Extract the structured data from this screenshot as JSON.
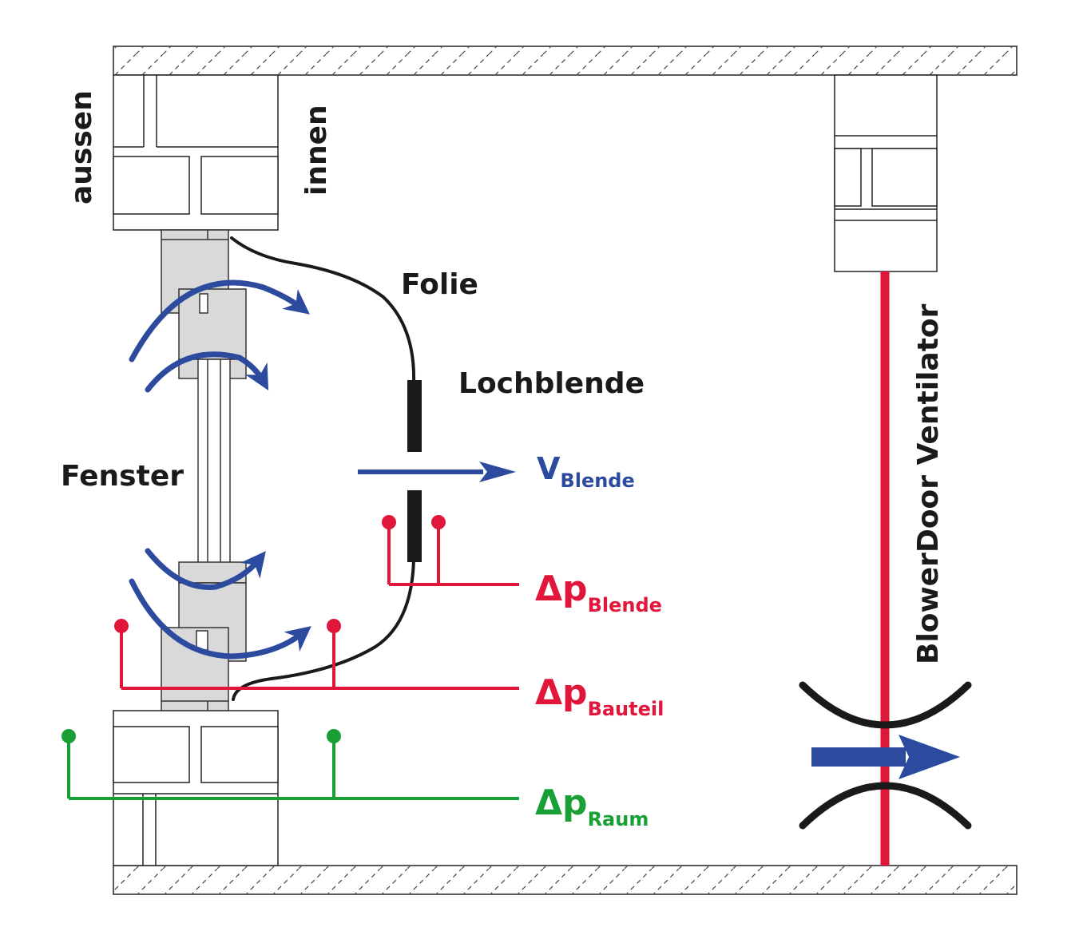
{
  "labels": {
    "aussen": "aussen",
    "innen": "innen",
    "folie": "Folie",
    "lochblende": "Lochblende",
    "fenster": "Fenster",
    "ventilator": "BlowerDoor Ventilator"
  },
  "flow": {
    "symbol": "V",
    "sub": "Blende"
  },
  "pressures": [
    {
      "symbol": "Δp",
      "sub": "Blende"
    },
    {
      "symbol": "Δp",
      "sub": "Bauteil"
    },
    {
      "symbol": "Δp",
      "sub": "Raum"
    }
  ],
  "colors": {
    "blue": "#2c4a9e",
    "red": "#e0173a",
    "green": "#18a036",
    "black": "#1a1a1a",
    "gray": "#d9d9d9"
  }
}
